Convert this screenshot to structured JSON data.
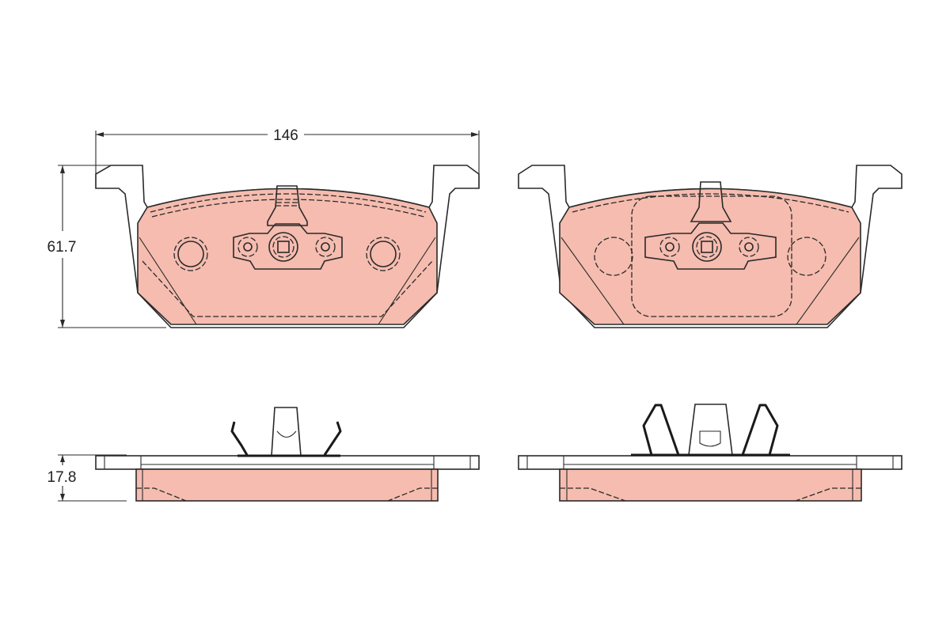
{
  "title": "Brake pad set technical drawing",
  "colors": {
    "friction_material": "#f5bcaf",
    "line": "#2a2a2a",
    "background": "#ffffff"
  },
  "dimensions": {
    "width": "146",
    "height": "61.7",
    "thickness": "17.8"
  },
  "views": [
    {
      "name": "front-view-left-pad",
      "features": [
        "wear-indicator-cutout",
        "piston-clip-mount",
        "two-solid-circular-shims"
      ]
    },
    {
      "name": "front-view-right-pad",
      "features": [
        "wear-indicator-cutout",
        "piston-clip-mount",
        "dashed-circles",
        "dashed-rounded-square"
      ]
    },
    {
      "name": "side-view-left-pad",
      "features": [
        "wire-spring-clip"
      ]
    },
    {
      "name": "side-view-right-pad",
      "features": [
        "large-spring-clip"
      ]
    }
  ]
}
